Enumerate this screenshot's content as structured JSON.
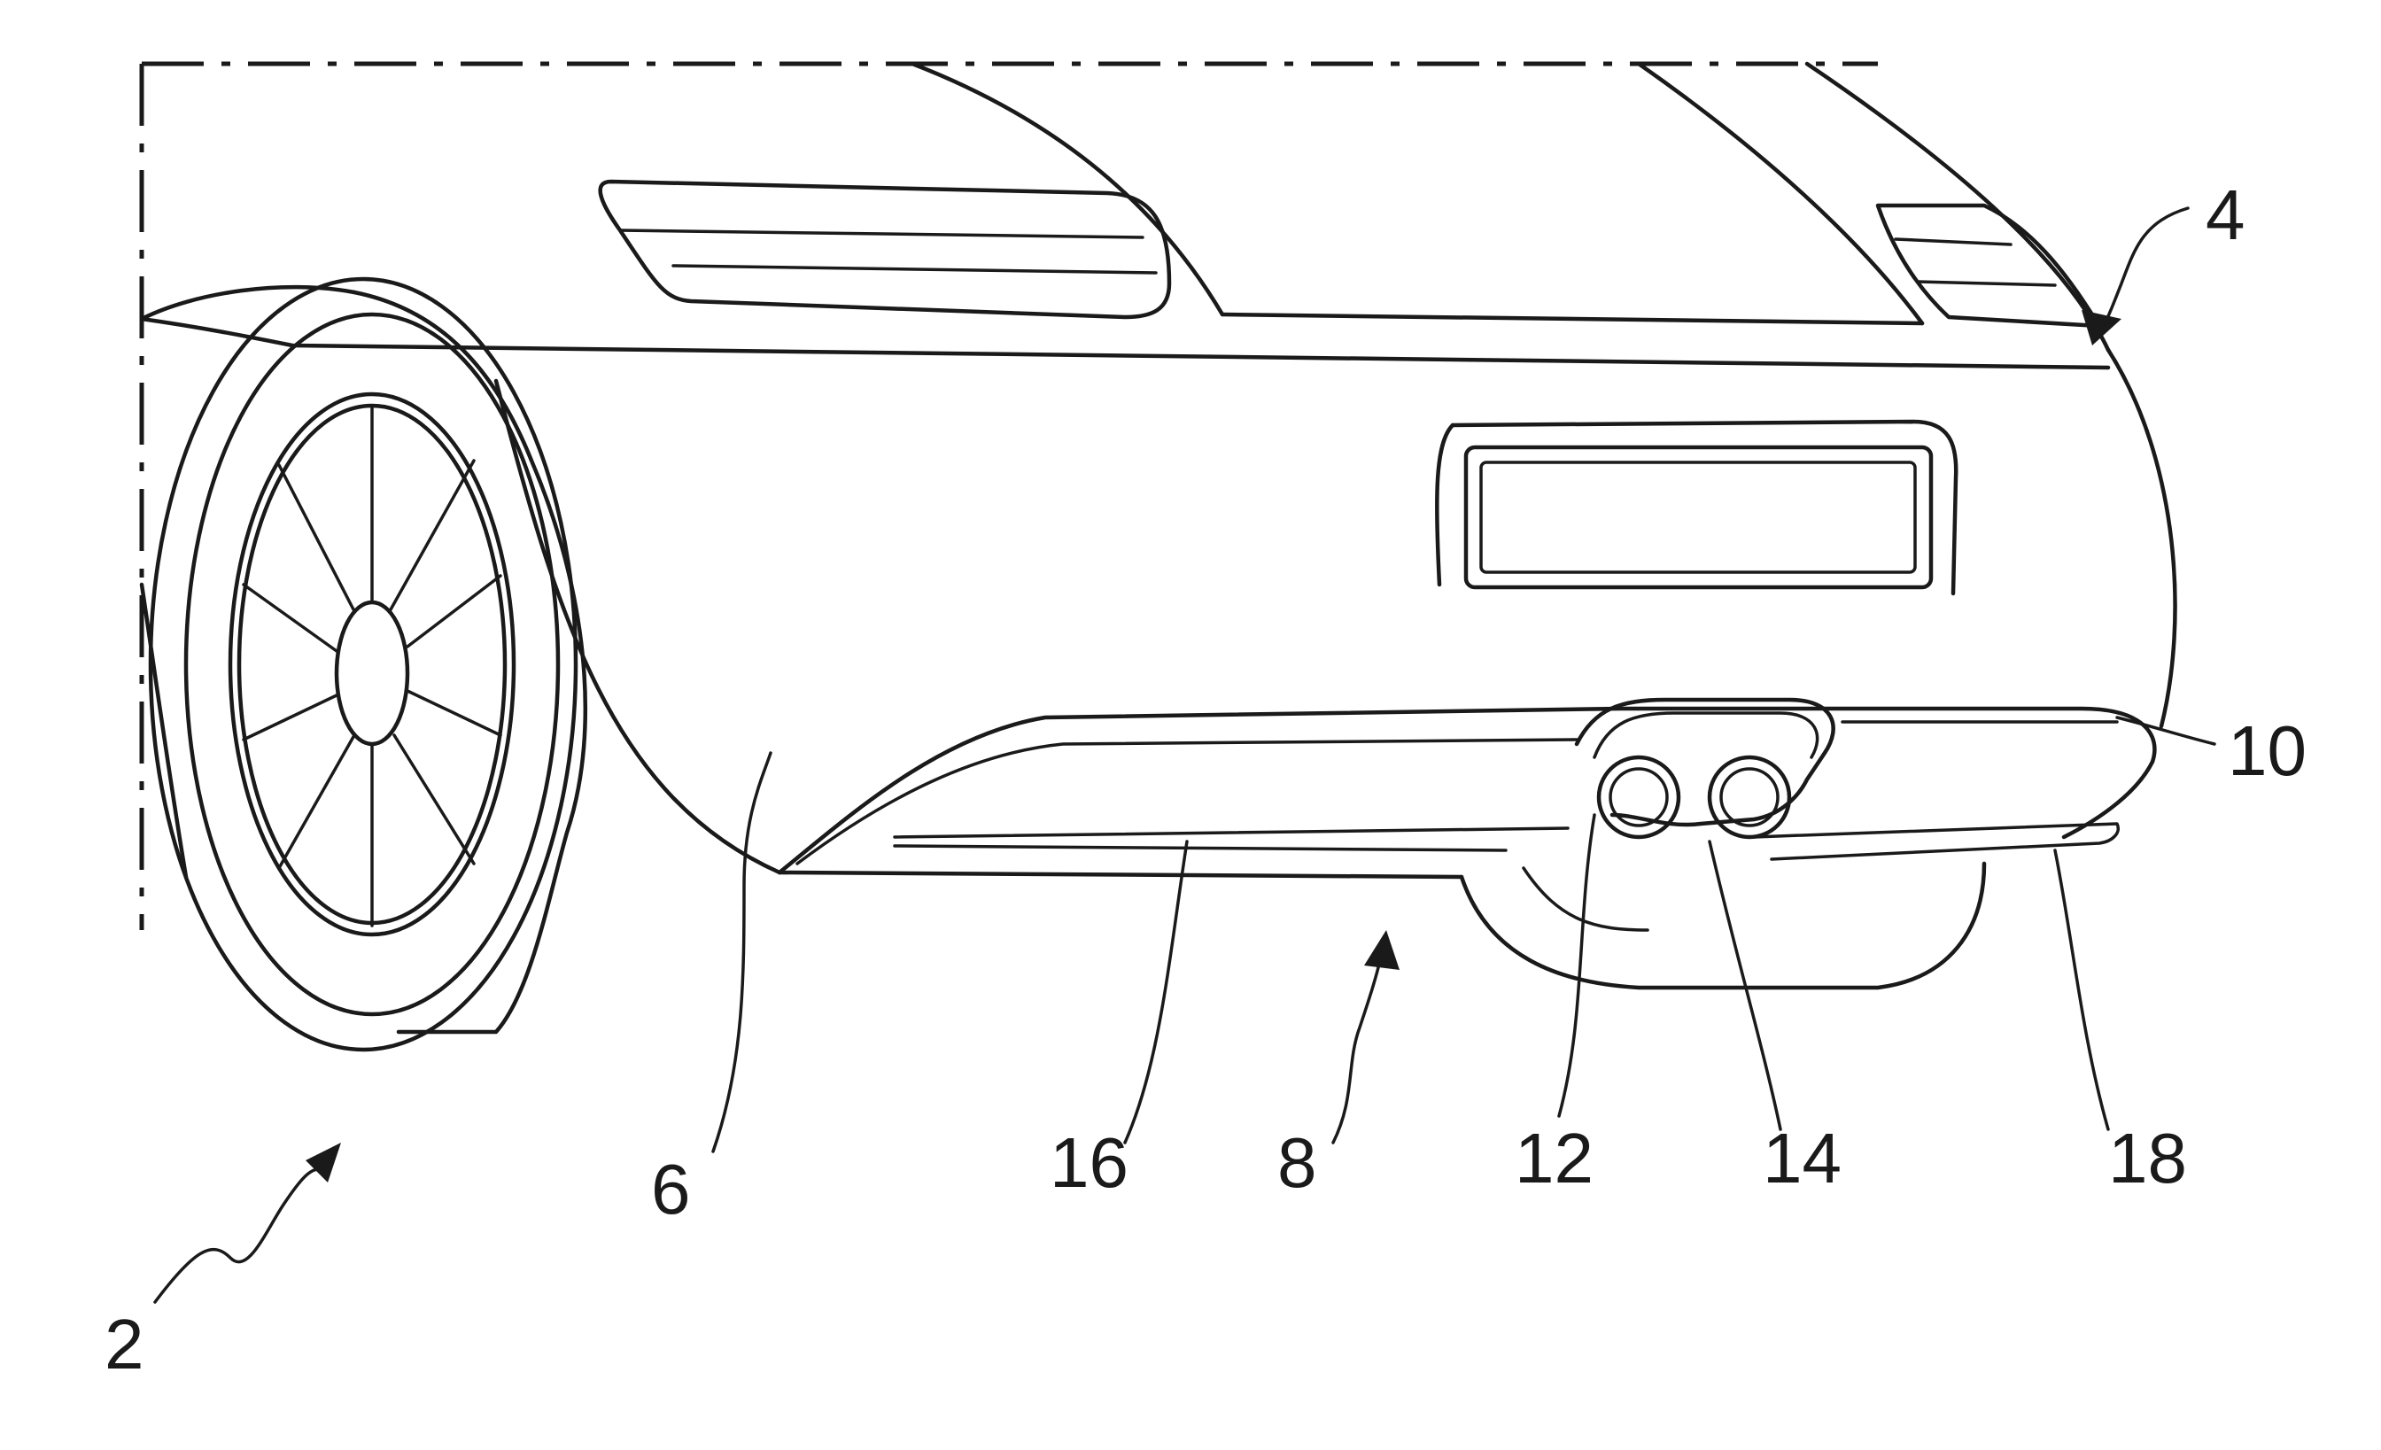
{
  "figure": {
    "reference_labels": [
      "2",
      "4",
      "6",
      "8",
      "10",
      "12",
      "14",
      "16",
      "18"
    ]
  }
}
